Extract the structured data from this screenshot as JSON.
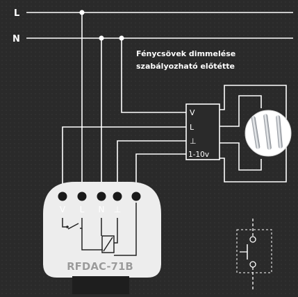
{
  "lines": {
    "live": "L",
    "neutral": "N"
  },
  "caption": {
    "line1": "Fénycsövek dimmelése",
    "line2": "szabályozható előtétte"
  },
  "ballast_terminals": [
    "V",
    "L",
    "⊥",
    "1-10v"
  ],
  "module": {
    "terminals": [
      "V",
      "L",
      "N",
      "⊥"
    ],
    "name": "RFDAC-71B"
  },
  "colors": {
    "background": "#2a2a2a",
    "wire": "#ffffff",
    "module_body": "#ededed",
    "module_base": "#1e1e1e",
    "ink": "#222222"
  }
}
